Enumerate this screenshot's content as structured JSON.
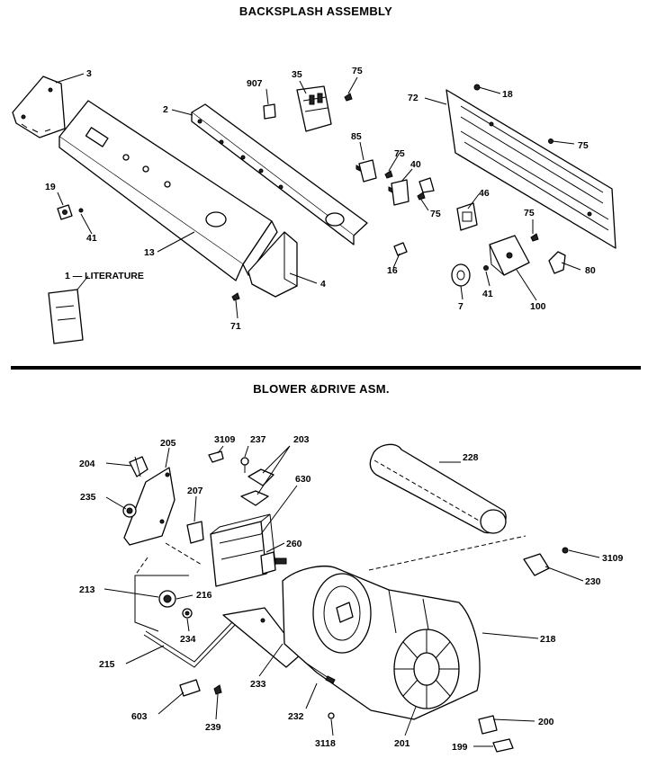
{
  "sections": {
    "backsplash": {
      "title": "BACKSPLASH ASSEMBLY"
    },
    "blower": {
      "title": "BLOWER &DRIVE ASM."
    }
  },
  "labels": {
    "c3": "3",
    "c907": "907",
    "c35": "35",
    "c75a": "75",
    "c2": "2",
    "c72": "72",
    "c18": "18",
    "c75b": "75",
    "c85": "85",
    "c75c": "75",
    "c40": "40",
    "c19": "19",
    "c41a": "41",
    "c75d": "75",
    "c46": "46",
    "c13": "13",
    "c75e": "75",
    "c1": "1 — LITERATURE",
    "c16": "16",
    "c80": "80",
    "c4": "4",
    "c41b": "41",
    "c71": "71",
    "c7": "7",
    "c100": "100",
    "c3109a": "3109",
    "c237": "237",
    "c203": "203",
    "c204": "204",
    "c205": "205",
    "c228": "228",
    "c630": "630",
    "c235": "235",
    "c207": "207",
    "c260": "260",
    "c3109b": "3109",
    "c230": "230",
    "c213": "213",
    "c216": "216",
    "c234": "234",
    "c218": "218",
    "c215": "215",
    "c233": "233",
    "c603": "603",
    "c239": "239",
    "c232": "232",
    "c200": "200",
    "c3118": "3118",
    "c201": "201",
    "c199": "199"
  }
}
